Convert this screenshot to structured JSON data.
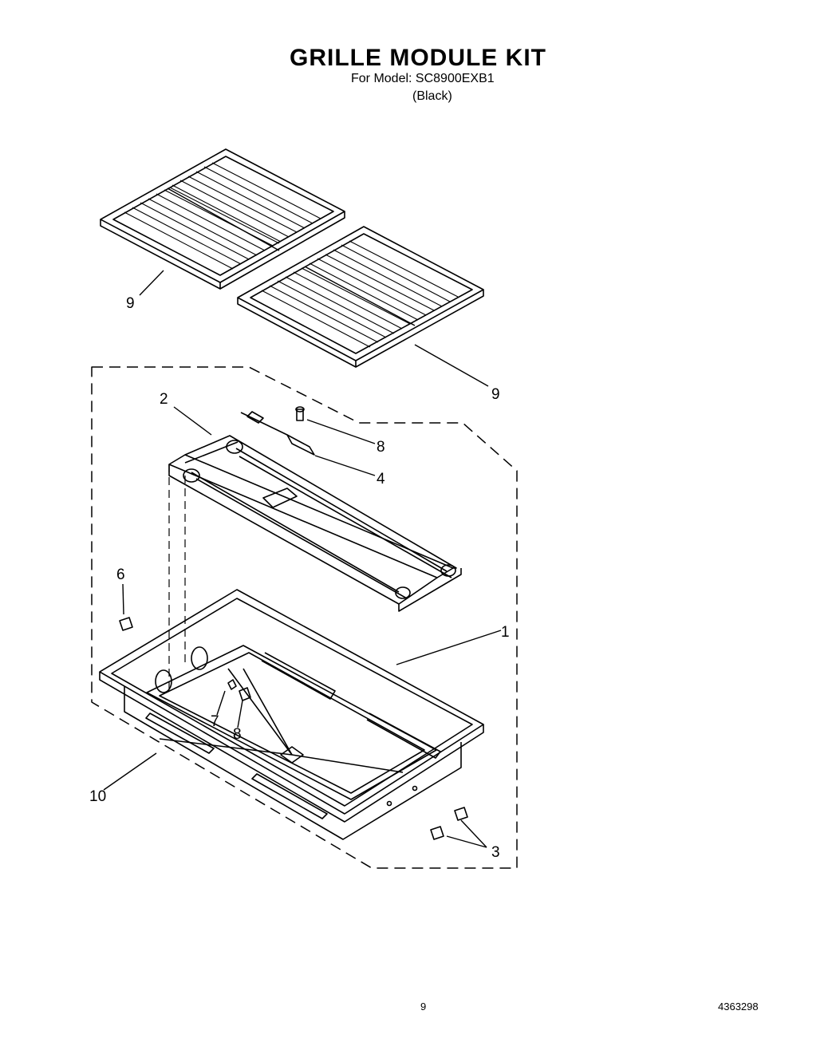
{
  "header": {
    "title": "GRILLE MODULE KIT",
    "model_line": "For Model: SC8900EXB1",
    "color_line": "(Black)"
  },
  "callouts": {
    "grate_left": "9",
    "grate_right": "9",
    "element": "2",
    "screw_top": "8",
    "terminal": "4",
    "bushing": "6",
    "pan": "1",
    "clip": "7",
    "screw_inner": "8",
    "housing": "10",
    "screws_side": "3"
  },
  "footer": {
    "page_number": "9",
    "doc_number": "4363298"
  }
}
